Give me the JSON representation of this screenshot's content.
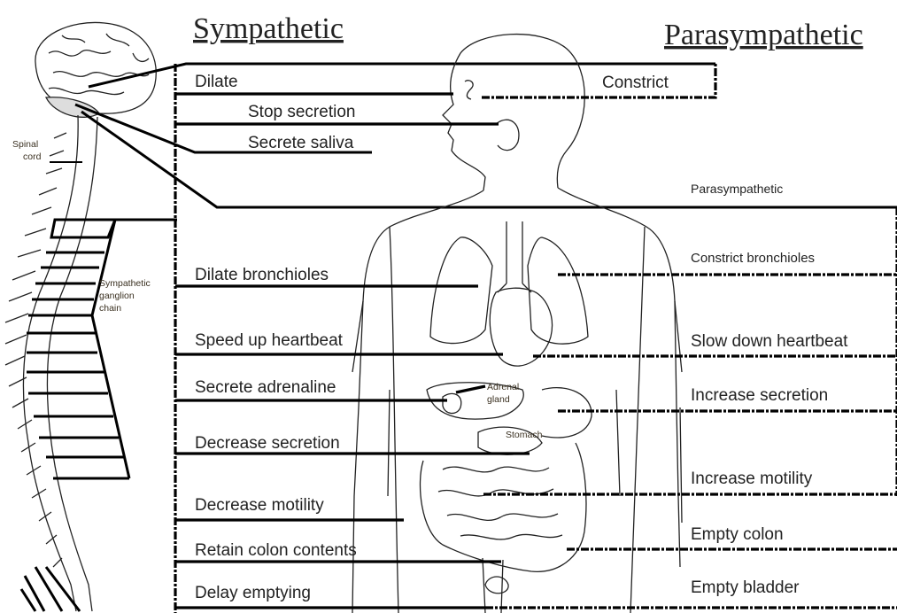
{
  "headings": {
    "sympathetic": "Sympathetic",
    "parasympathetic": "Parasympathetic"
  },
  "anatomy_labels": {
    "spinal_cord": [
      "Spinal",
      "cord"
    ],
    "ganglion_chain": [
      "Sympathetic",
      "ganglion",
      "chain"
    ],
    "adrenal_gland": [
      "Adrenal",
      "gland"
    ],
    "stomach": "Stomach",
    "parasympathetic_nerve": "Parasympathetic"
  },
  "sympathetic_effects": [
    "Dilate",
    "Stop secretion",
    "Secrete saliva",
    "Dilate bronchioles",
    "Speed up heartbeat",
    "Secrete adrenaline",
    "Decrease secretion",
    "Decrease motility",
    "Retain colon contents",
    "Delay emptying"
  ],
  "parasympathetic_effects": [
    "Constrict",
    "Constrict bronchioles",
    "Slow down heartbeat",
    "Increase secretion",
    "Increase motility",
    "Empty colon",
    "Empty bladder"
  ]
}
